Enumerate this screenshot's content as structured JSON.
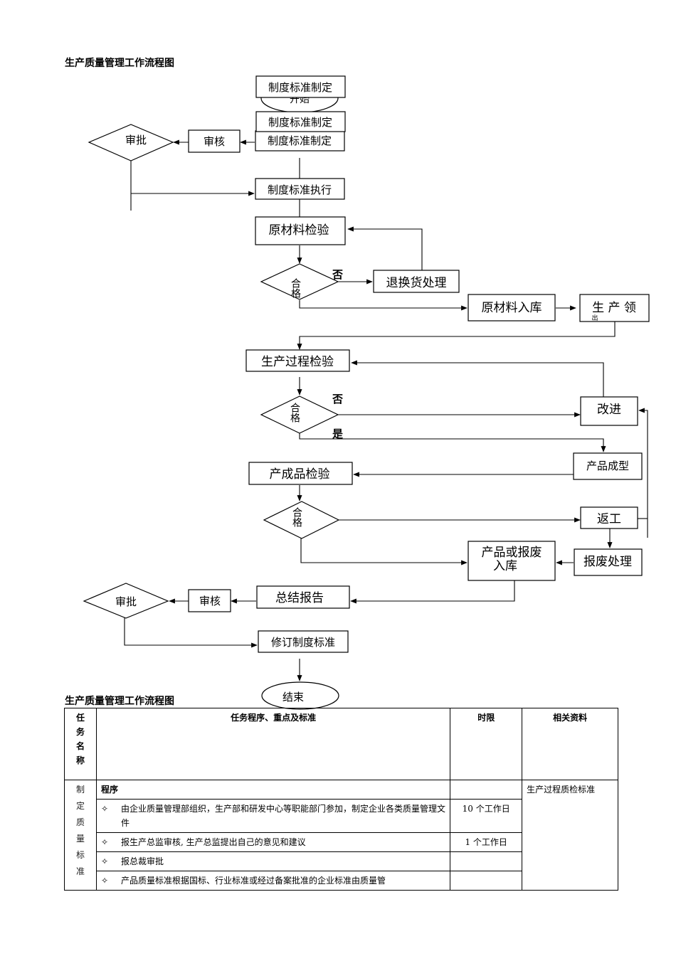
{
  "title1": "生产质量管理工作流程图",
  "title2": "生产质量管理工作流程图",
  "flow": {
    "start_label": "开始",
    "end_label": "结束",
    "n_formulate_a": "制度标准制定",
    "n_formulate_b": "制度标准制定",
    "n_formulate_c": "制度标准制定",
    "n_review1": "审核",
    "n_approve1": "审批",
    "n_execute": "制度标准执行",
    "n_raw_inspect": "原材料检验",
    "d_pass1": "合格",
    "no1": "否",
    "n_return": "退换货处理",
    "n_raw_store": "原材料入库",
    "n_pick": "生 产 领",
    "n_pick_cut": "出",
    "n_proc_inspect": "生产过程检验",
    "d_pass2": "合格",
    "no2": "否",
    "yes2": "是",
    "n_improve": "改进",
    "n_form": "产品成型",
    "n_final_inspect": "产成品检验",
    "d_pass3": "合格",
    "n_rework": "返工",
    "n_store_or_scrap_1": "产品或报废",
    "n_store_or_scrap_2": "入库",
    "n_scrap": "报废处理",
    "n_summary": "总结报告",
    "n_review2": "审核",
    "n_approve2": "审批",
    "n_revise": "修订制度标准"
  },
  "table": {
    "headers": {
      "name": [
        "任",
        "务",
        "名",
        "称"
      ],
      "procedure": "任务程序、重点及标准",
      "time": "时限",
      "docs": "相关资料"
    },
    "task_name": [
      "制",
      "定",
      "质",
      "量",
      "标",
      "准"
    ],
    "program_label": "程序",
    "bullet": "✧",
    "steps": [
      {
        "text": "由企业质量管理部组织，生产部和研发中心等职能部门参加，制定企业各类质量管理文件",
        "time": "10 个工作日"
      },
      {
        "text": "报生产总监审核, 生产总监提出自己的意见和建议",
        "time": "1 个工作日"
      },
      {
        "text": "报总裁审批",
        "time": ""
      },
      {
        "text": "产品质量标准根据国标、行业标准或经过备案批准的企业标准由质量管",
        "time": ""
      }
    ],
    "docs": "生产过程质检标准"
  }
}
